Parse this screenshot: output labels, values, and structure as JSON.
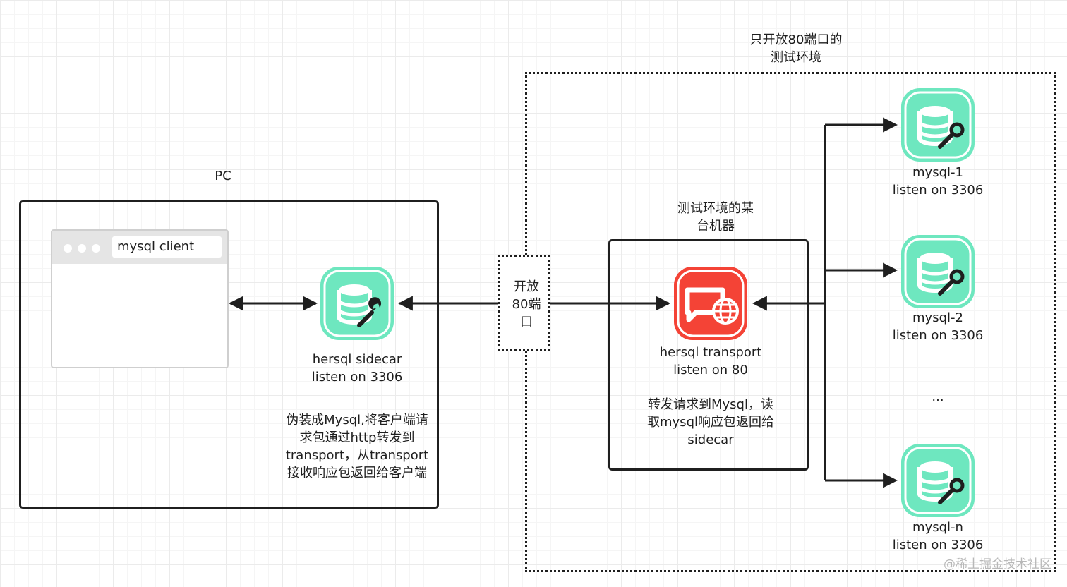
{
  "labels": {
    "pc": "PC",
    "test_env_line1": "只开放80端口的",
    "test_env_line2": "测试环境",
    "machine_line1": "测试环境的某",
    "machine_line2": "台机器",
    "port_open_line1": "开放",
    "port_open_line2": "80端",
    "port_open_line3": "口",
    "ellipsis": "...",
    "watermark": "@稀土掘金技术社区"
  },
  "client_window": {
    "title": "mysql client"
  },
  "sidecar": {
    "name": "hersql sidecar",
    "listen": "listen on 3306",
    "desc": [
      "伪装成Mysql,将客户端请",
      "求包通过http转发到",
      "transport，从transport",
      "接收响应包返回给客户端"
    ]
  },
  "transport": {
    "name": "hersql transport",
    "listen": "listen on 80",
    "desc": [
      "转发请求到Mysql，读",
      "取mysql响应包返回给",
      "sidecar"
    ]
  },
  "mysql_nodes": [
    {
      "name": "mysql-1",
      "listen": "listen on 3306"
    },
    {
      "name": "mysql-2",
      "listen": "listen on 3306"
    },
    {
      "name": "mysql-n",
      "listen": "listen on 3306"
    }
  ],
  "colors": {
    "db_green": "#6ee7bf",
    "db_green_dark": "#1e1e1e",
    "transport_red": "#f44336",
    "line": "#1f1f1f"
  },
  "icons": {
    "sidecar": "database-wrench-icon",
    "transport": "monitor-globe-icon",
    "mysql": "database-wrench-icon"
  }
}
